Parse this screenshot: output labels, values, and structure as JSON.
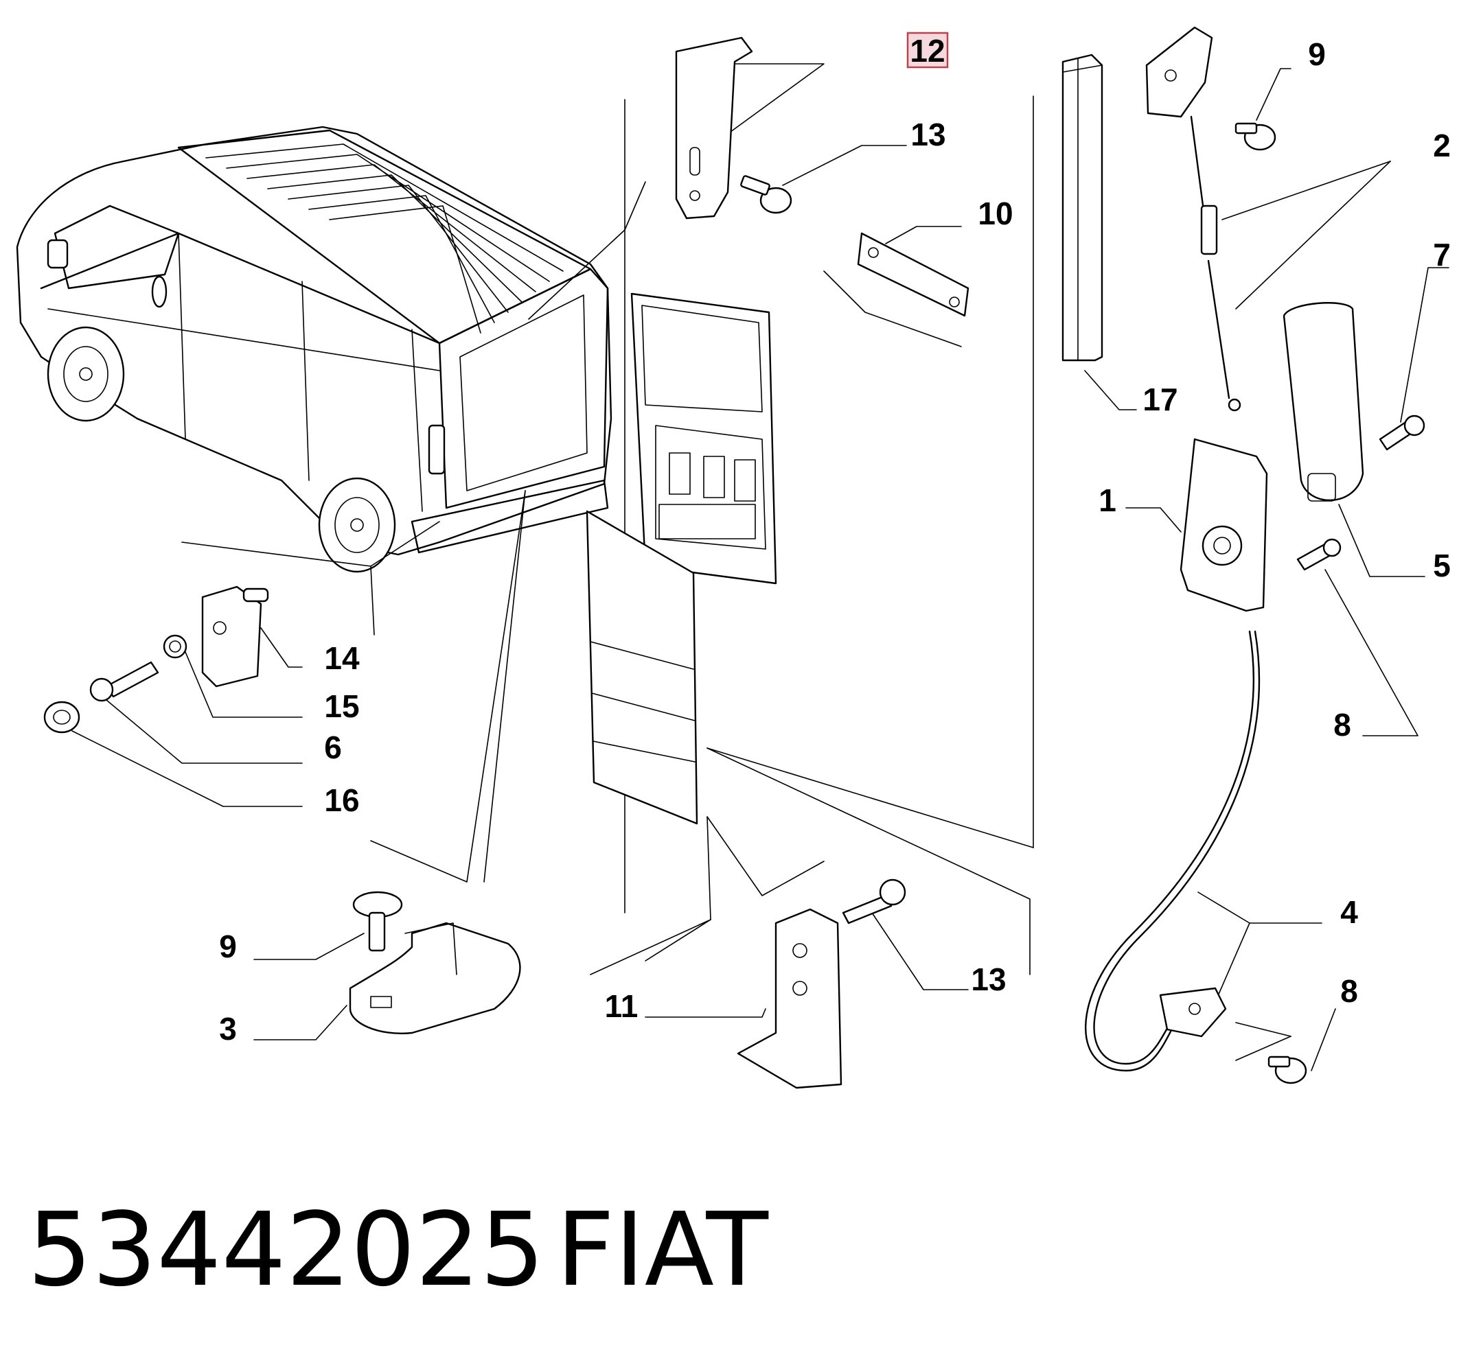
{
  "diagram": {
    "highlight_color": "#c0404e",
    "callouts": [
      {
        "id": "c12",
        "label": "12",
        "highlighted": true
      },
      {
        "id": "c9a",
        "label": "9"
      },
      {
        "id": "c13a",
        "label": "13"
      },
      {
        "id": "c2",
        "label": "2"
      },
      {
        "id": "c10",
        "label": "10"
      },
      {
        "id": "c7",
        "label": "7"
      },
      {
        "id": "c17",
        "label": "17"
      },
      {
        "id": "c1",
        "label": "1"
      },
      {
        "id": "c5",
        "label": "5"
      },
      {
        "id": "c14",
        "label": "14"
      },
      {
        "id": "c15",
        "label": "15"
      },
      {
        "id": "c6",
        "label": "6"
      },
      {
        "id": "c8a",
        "label": "8"
      },
      {
        "id": "c16",
        "label": "16"
      },
      {
        "id": "c4",
        "label": "4"
      },
      {
        "id": "c9b",
        "label": "9"
      },
      {
        "id": "c8b",
        "label": "8"
      },
      {
        "id": "c3",
        "label": "3"
      },
      {
        "id": "c11",
        "label": "11"
      },
      {
        "id": "c13b",
        "label": "13"
      }
    ]
  },
  "footer": {
    "part_number": "53442025",
    "brand": "FIAT"
  }
}
